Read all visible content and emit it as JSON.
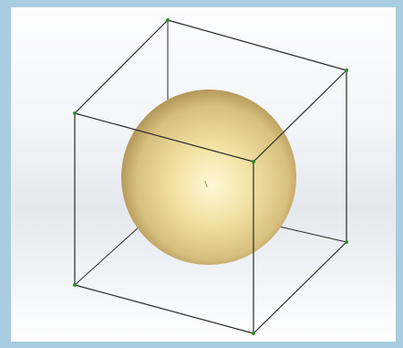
{
  "viewport": {
    "background": "gradient-gray",
    "frame_color": "#a8cde0"
  },
  "scene": {
    "objects": [
      {
        "type": "cube-wireframe",
        "edge_color": "#2a2a2a",
        "vertex_color": "#2e8b2e"
      },
      {
        "type": "sphere",
        "color": "#f2e2a4",
        "shade_color": "#7a5a24"
      }
    ],
    "origin_marker": "origin-icon"
  }
}
